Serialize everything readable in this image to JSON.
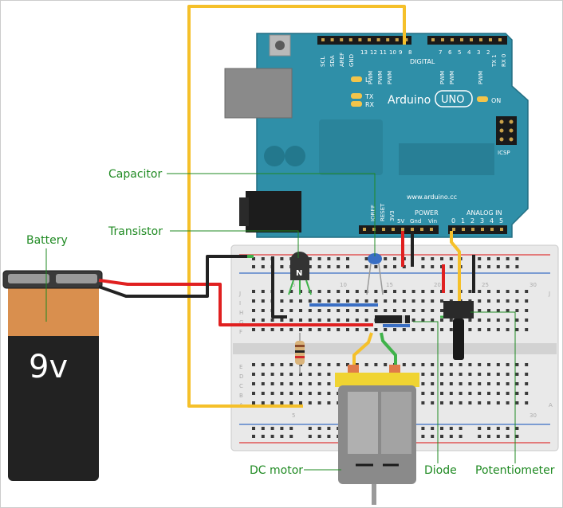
{
  "labels": {
    "capacitor": "Capacitor",
    "transistor": "Transistor",
    "battery": "Battery",
    "dc_motor": "DC motor",
    "diode": "Diode",
    "potentiometer": "Potentiometer"
  },
  "battery": {
    "voltage": "9v"
  },
  "arduino": {
    "brand": "Arduino",
    "model": "UNO",
    "on_label": "ON",
    "website": "www.arduino.cc",
    "digital_label": "DIGITAL",
    "analog_label": "ANALOG IN",
    "power_label": "POWER",
    "icsp_label": "ICSP",
    "led_l": "L",
    "led_tx": "TX",
    "led_rx": "RX",
    "header_left_pins": [
      "SCL",
      "SDA",
      "AREF",
      "GND",
      "13",
      "12",
      "11",
      "10",
      "9",
      "8"
    ],
    "header_right_pins": [
      "7",
      "6",
      "5",
      "4",
      "3",
      "2",
      "TX 1",
      "RX 0"
    ],
    "pwm_label": "PWM",
    "power_pins": [
      "IOREF",
      "RESET",
      "3V3",
      "5V",
      "Gnd",
      "Vin"
    ],
    "analog_pins": [
      "0",
      "1",
      "2",
      "3",
      "4",
      "5"
    ]
  },
  "breadboard": {
    "row_letters_left": [
      "J",
      "I",
      "H",
      "G",
      "F",
      "E",
      "D",
      "C",
      "B",
      "A"
    ],
    "column_numbers": [
      "5",
      "10",
      "15",
      "20",
      "25",
      "30"
    ]
  },
  "colors": {
    "board": "#2f8fa8",
    "wire_red": "#e02020",
    "wire_yellow": "#f5c02a",
    "wire_black": "#222222",
    "wire_green": "#3fb24a",
    "wire_blue": "#3a6fc4",
    "callout_text": "#1f8a22"
  }
}
